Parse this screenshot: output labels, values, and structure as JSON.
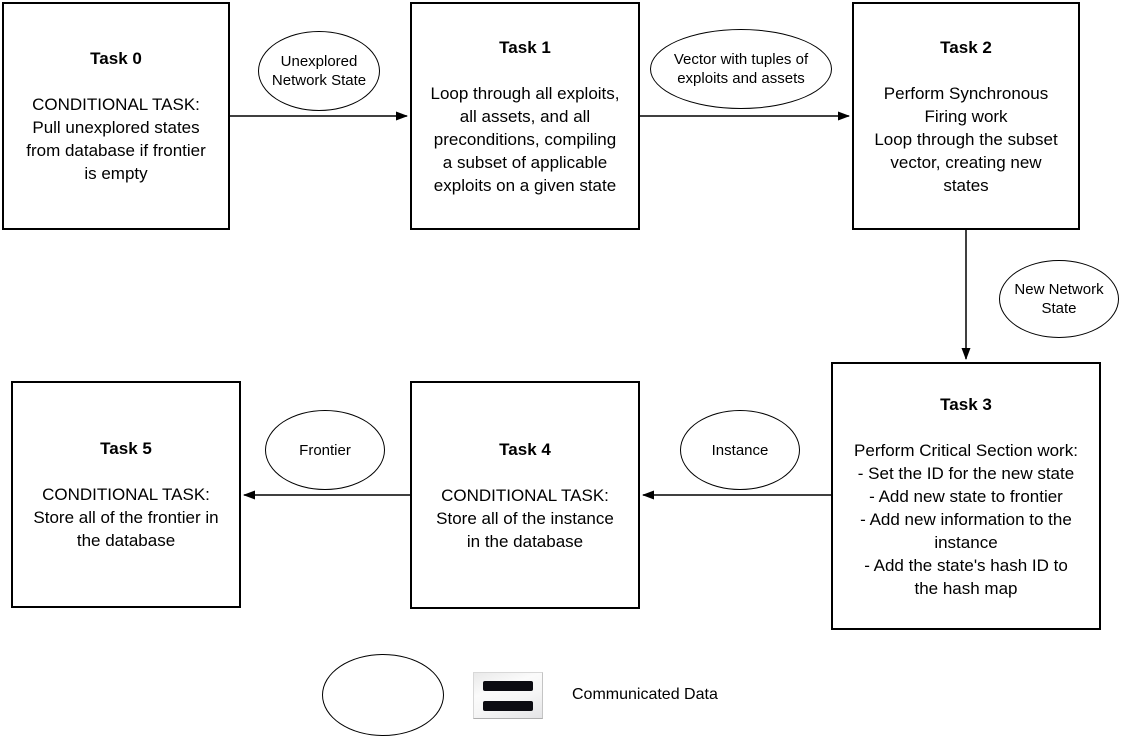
{
  "tasks": [
    {
      "title": "Task 0",
      "body": "CONDITIONAL TASK:\nPull unexplored states\nfrom database if frontier\nis empty"
    },
    {
      "title": "Task 1",
      "body": "Loop through all exploits,\nall assets, and all\npreconditions, compiling\na subset of applicable\nexploits on a given state"
    },
    {
      "title": "Task 2",
      "body": "Perform Synchronous\nFiring work\nLoop through the subset\nvector, creating new\nstates"
    },
    {
      "title": "Task 3",
      "body": "Perform Critical Section work:\n- Set the ID for the new state\n- Add new state to frontier\n- Add new information to the\ninstance\n- Add the state's hash ID to\nthe hash map"
    },
    {
      "title": "Task 4",
      "body": "CONDITIONAL TASK:\nStore all of the instance\nin the database"
    },
    {
      "title": "Task 5",
      "body": "CONDITIONAL TASK:\nStore all of the frontier in\nthe database"
    }
  ],
  "data_labels": [
    {
      "label": "Unexplored\nNetwork State"
    },
    {
      "label": "Vector with tuples of\nexploits and assets"
    },
    {
      "label": "New Network\nState"
    },
    {
      "label": "Instance"
    },
    {
      "label": "Frontier"
    }
  ],
  "legend": {
    "icon": "equals-icon",
    "label": "Communicated Data"
  },
  "colors": {
    "stroke": "#000000",
    "background": "#ffffff",
    "text": "#000000",
    "icon_bar": "#0c0c12"
  }
}
